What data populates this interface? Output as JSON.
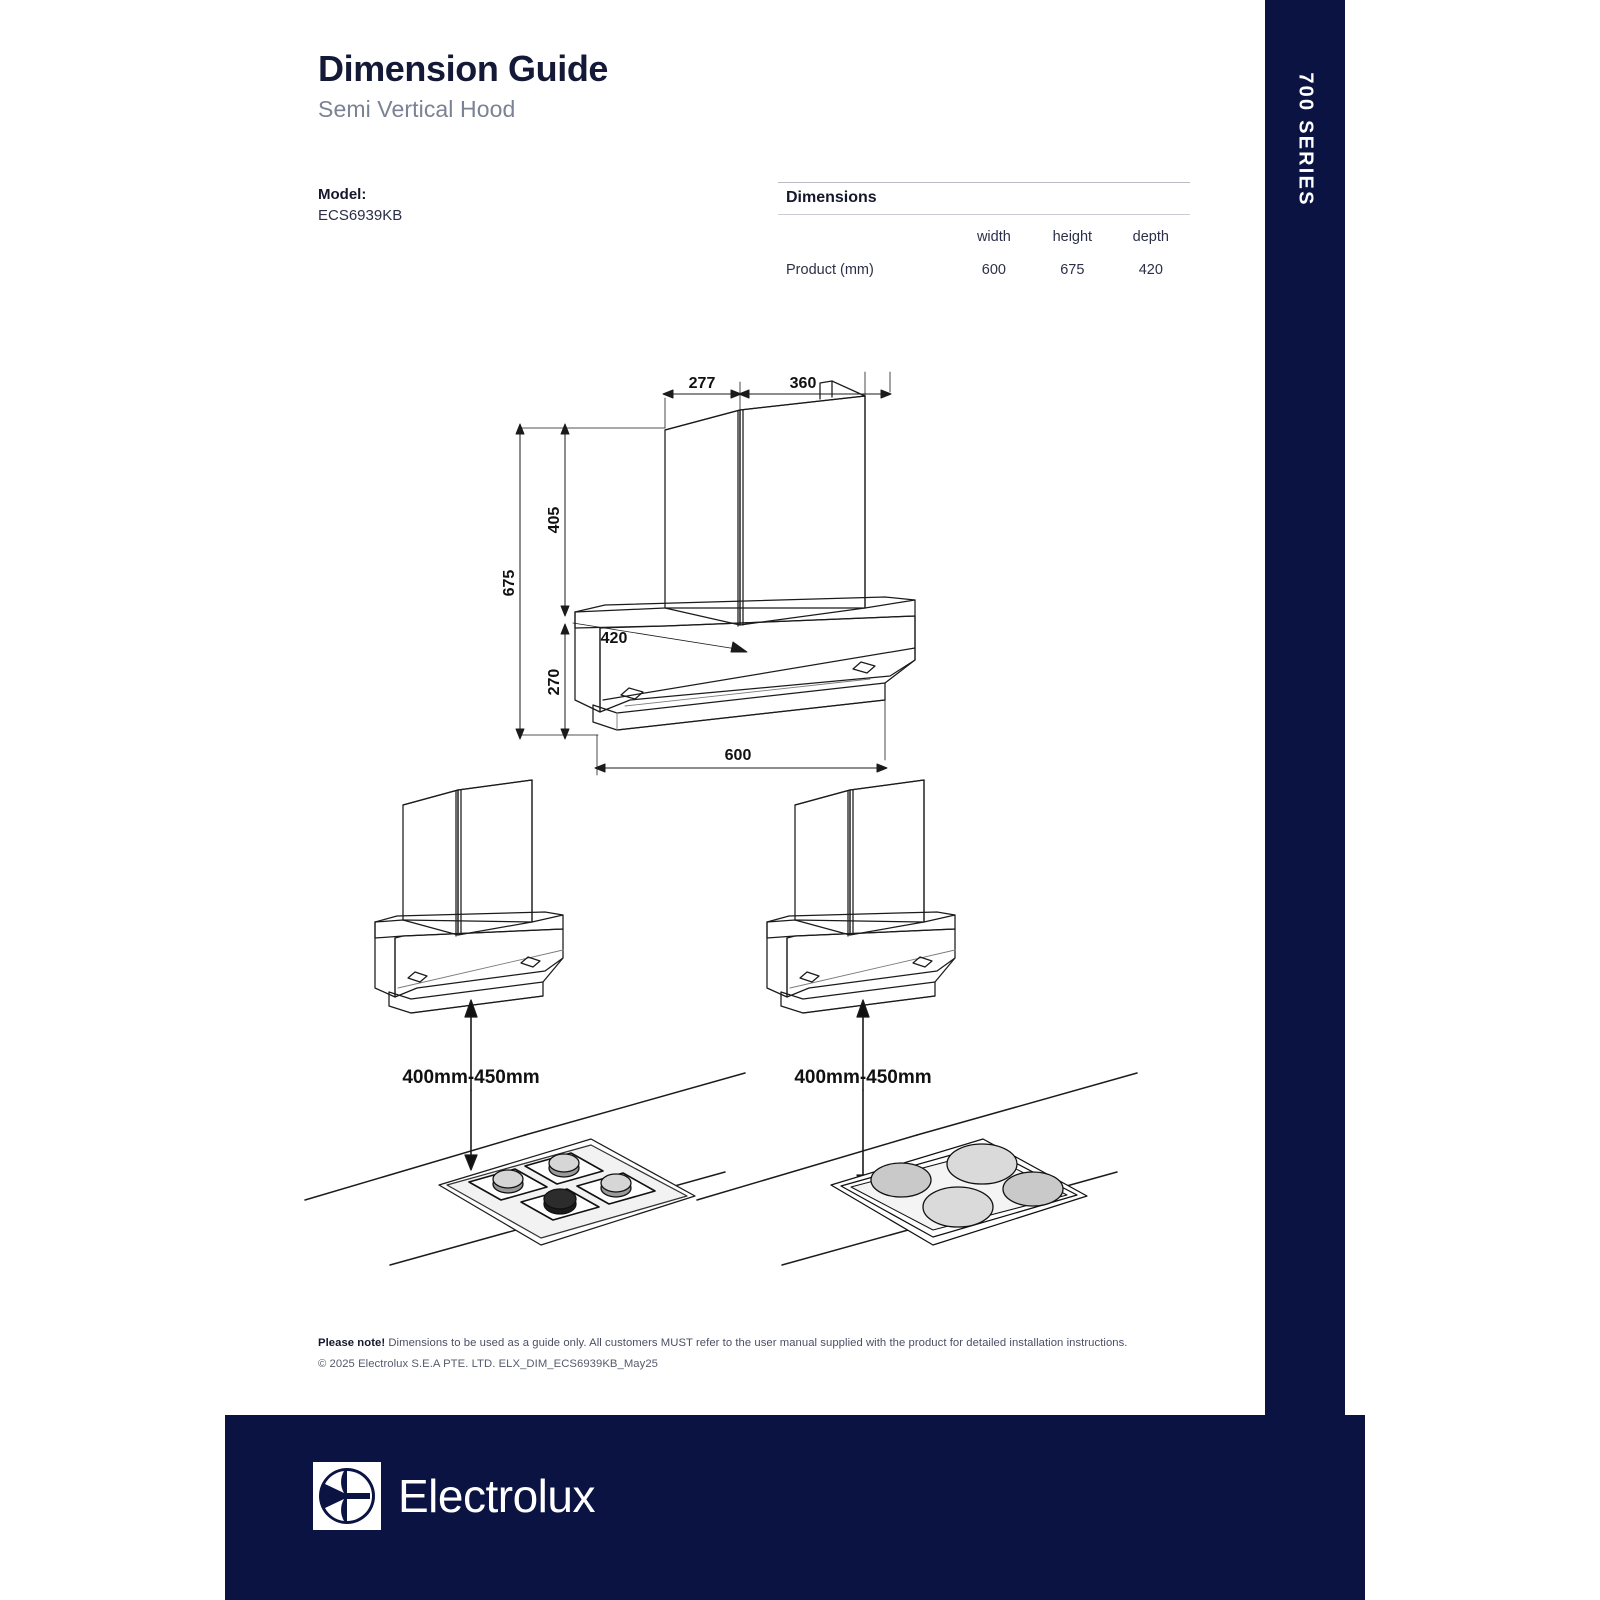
{
  "header": {
    "title": "Dimension Guide",
    "subtitle": "Semi Vertical Hood",
    "model_label": "Model:",
    "model_value": "ECS6939KB"
  },
  "series_band": {
    "label": "700 SERIES",
    "color": "#0b1342"
  },
  "dimensions_table": {
    "heading": "Dimensions",
    "columns": [
      "",
      "width",
      "height",
      "depth"
    ],
    "rows": [
      {
        "label": "Product (mm)",
        "width": "600",
        "height": "675",
        "depth": "420"
      }
    ]
  },
  "main_drawing": {
    "labels": {
      "top_left": "277",
      "top_right": "360",
      "chimney_height": "405",
      "total_height": "675",
      "depth": "420",
      "body_height": "270",
      "width": "600"
    }
  },
  "install_drawings": [
    {
      "clearance": "400mm-450mm",
      "cooktop": "gas-cooktop"
    },
    {
      "clearance": "400mm-450mm",
      "cooktop": "induction-cooktop"
    }
  ],
  "footer": {
    "note_bold": "Please note!",
    "note_text": " Dimensions to be used as a guide only. All customers MUST refer to the user manual supplied with the product for detailed installation instructions.",
    "copyright": "© 2025 Electrolux S.E.A PTE. LTD. ELX_DIM_ECS6939KB_May25",
    "brand": "Electrolux"
  }
}
